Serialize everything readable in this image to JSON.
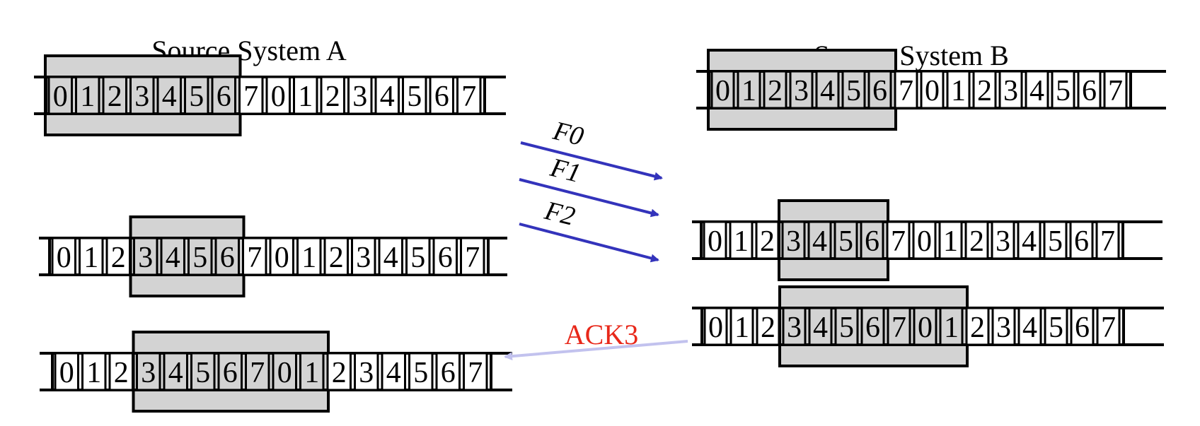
{
  "system_a": {
    "title": "Source System A"
  },
  "system_b": {
    "title": "Source System B"
  },
  "frames": [
    {
      "label": "F0"
    },
    {
      "label": "F1"
    },
    {
      "label": "F2"
    }
  ],
  "ack": {
    "label": "ACK3"
  },
  "colors": {
    "window_fill": "#d3d3d3",
    "frame_arrow": "#3333bb",
    "ack_arrow": "#c2c2ee",
    "ack_text": "#e8281a"
  },
  "sequence": [
    "0",
    "1",
    "2",
    "3",
    "4",
    "5",
    "6",
    "7",
    "0",
    "1",
    "2",
    "3",
    "4",
    "5",
    "6",
    "7"
  ],
  "windows": [
    {
      "id": "a-1",
      "system": "A",
      "window_start": 0,
      "window_end": 6
    },
    {
      "id": "a-2",
      "system": "A",
      "window_start": 3,
      "window_end": 6
    },
    {
      "id": "a-3",
      "system": "A",
      "window_start": 3,
      "window_end": 9
    },
    {
      "id": "b-1",
      "system": "B",
      "window_start": 0,
      "window_end": 6
    },
    {
      "id": "b-2",
      "system": "B",
      "window_start": 3,
      "window_end": 6
    },
    {
      "id": "b-3",
      "system": "B",
      "window_start": 3,
      "window_end": 9
    }
  ]
}
